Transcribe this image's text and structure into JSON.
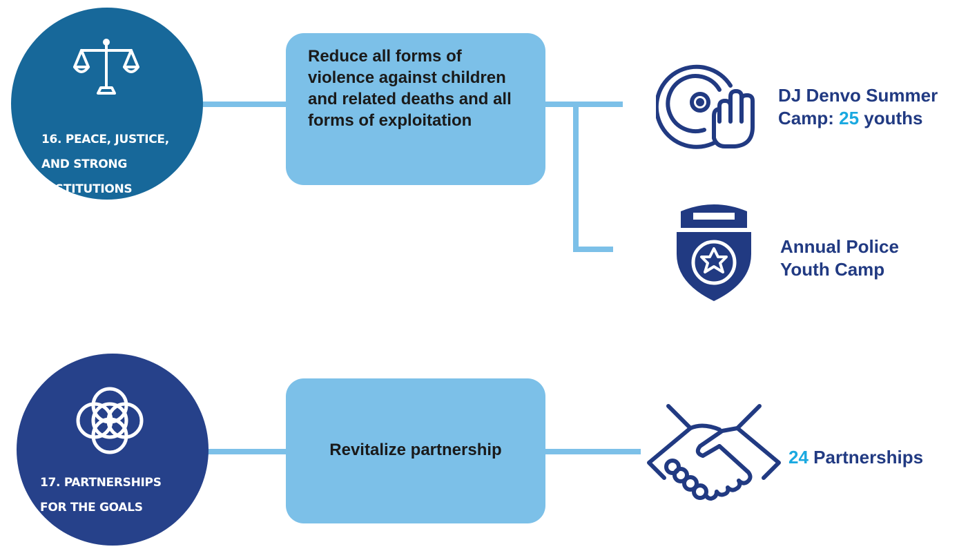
{
  "goals": [
    {
      "label_line1": "16. Peace, Justice,",
      "label_line2": " and Strong",
      "label_line3": "Institutions",
      "icon": "scales-of-justice-icon",
      "color": "#17689a",
      "target": "Reduce all forms of violence against children and related deaths and all forms of exploitation",
      "outcomes": [
        {
          "icon": "dj-turntable-icon",
          "line1": "DJ Denvo Summer",
          "line2_prefix": "Camp: ",
          "number": "25",
          "line2_suffix": " youths"
        },
        {
          "icon": "police-badge-icon",
          "line1": "Annual Police",
          "line2": "Youth Camp"
        }
      ]
    },
    {
      "label_line1": "17. Partnerships",
      "label_line2": "for the Goals",
      "icon": "interlocking-rings-icon",
      "color": "#26418a",
      "target": "Revitalize partnership",
      "outcomes": [
        {
          "icon": "handshake-icon",
          "number": "24",
          "suffix": " Partnerships"
        }
      ]
    }
  ],
  "colors": {
    "connector": "#7cc0e8",
    "result_text": "#213a82",
    "highlight": "#1aa9e0",
    "icon": "#213a82"
  }
}
